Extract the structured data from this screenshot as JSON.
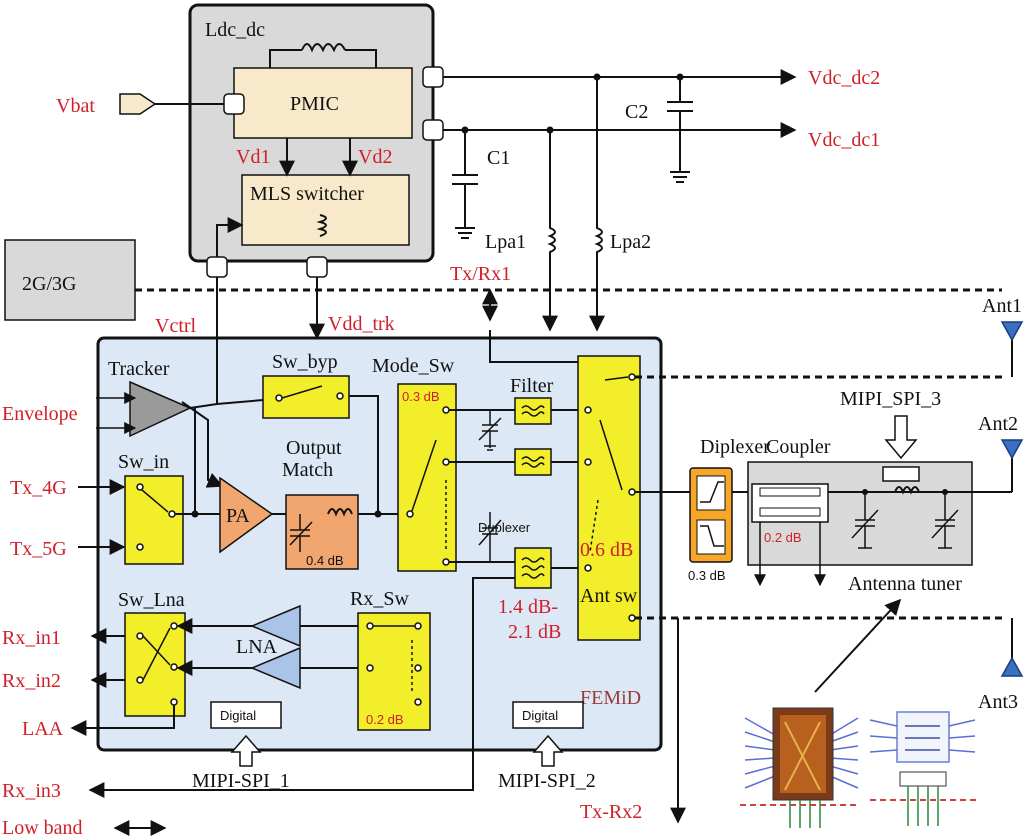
{
  "blocks": {
    "ldc_dc": "Ldc_dc",
    "pmic": "PMIC",
    "mls": "MLS switcher",
    "g23": "2G/3G",
    "tracker": "Tracker",
    "sw_byp": "Sw_byp",
    "mode_sw": "Mode_Sw",
    "filter": "Filter",
    "sw_in": "Sw_in",
    "pa": "PA",
    "output_match": "Output",
    "output_match2": "Match",
    "duplexer": "Duplexer",
    "sw_lna": "Sw_Lna",
    "lna": "LNA",
    "rx_sw": "Rx_Sw",
    "digital1": "Digital",
    "digital2": "Digital",
    "femid": "FEMiD",
    "ant_sw": "Ant sw",
    "diplexer": "Diplexer",
    "coupler": "Coupler",
    "antenna_tuner": "Antenna tuner"
  },
  "signals": {
    "vbat": "Vbat",
    "vd1": "Vd1",
    "vd2": "Vd2",
    "vdc_dc2": "Vdc_dc2",
    "vdc_dc1": "Vdc_dc1",
    "vctrl": "Vctrl",
    "vdd_trk": "Vdd_trk",
    "txrx1": "Tx/Rx1",
    "envelope": "Envelope",
    "tx4g": "Tx_4G",
    "tx5g": "Tx_5G",
    "rx_in1": "Rx_in1",
    "rx_in2": "Rx_in2",
    "laa": "LAA",
    "rx_in3": "Rx_in3",
    "low_band": "Low band",
    "tx_rx2": "Tx-Rx2"
  },
  "components": {
    "c1": "C1",
    "c2": "C2",
    "lpa1": "Lpa1",
    "lpa2": "Lpa2",
    "ant1": "Ant1",
    "ant2": "Ant2",
    "ant3": "Ant3",
    "mipi1": "MIPI-SPI_1",
    "mipi2": "MIPI-SPI_2",
    "mipi3": "MIPI_SPI_3"
  },
  "losses": {
    "mode_sw": "0.3 dB",
    "output_match": "0.4 dB",
    "ant_sw": "0.6 dB",
    "duplexer_a": "1.4 dB-",
    "duplexer_b": "2.1 dB",
    "rx_sw": "0.2 dB",
    "diplexer": "0.3 dB",
    "coupler": "0.2 dB"
  },
  "colors": {
    "femid_bg": "#dce8f6",
    "switch_yellow": "#f3ee2a",
    "pa_orange": "#f2a66f",
    "lna_blue": "#a9c4e8",
    "tracker_gray": "#9a9a9a",
    "label_red": "#d0202a"
  }
}
